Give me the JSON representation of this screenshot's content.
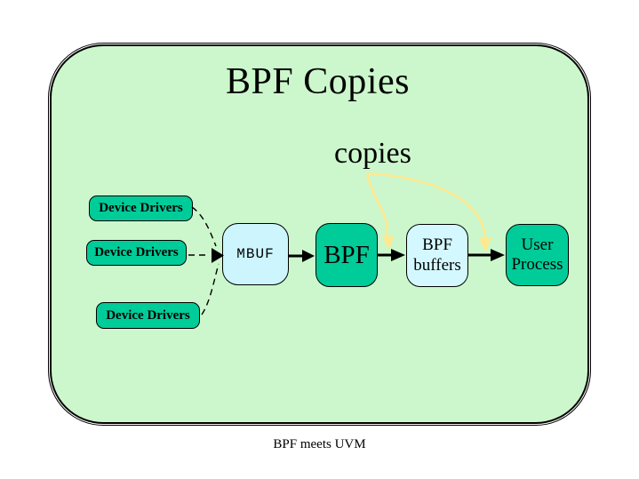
{
  "slide": {
    "title": "BPF Copies",
    "copies_label": "copies",
    "caption": "BPF meets UVM",
    "colors": {
      "slide_background": "#ccf7cc",
      "teal_box": "#00cc99",
      "cyan_box": "#ccf5fe",
      "copies_arrow_yellow": "#ffe990",
      "outline": "#000000"
    }
  },
  "nodes": {
    "device_driver_1": "Device Drivers",
    "device_driver_2": "Device Drivers",
    "device_driver_3": "Device Drivers",
    "mbuf": "MBUF",
    "bpf": "BPF",
    "bpf_buffers_line1": "BPF",
    "bpf_buffers_line2": "buffers",
    "user_process_line1": "User",
    "user_process_line2": "Process"
  }
}
